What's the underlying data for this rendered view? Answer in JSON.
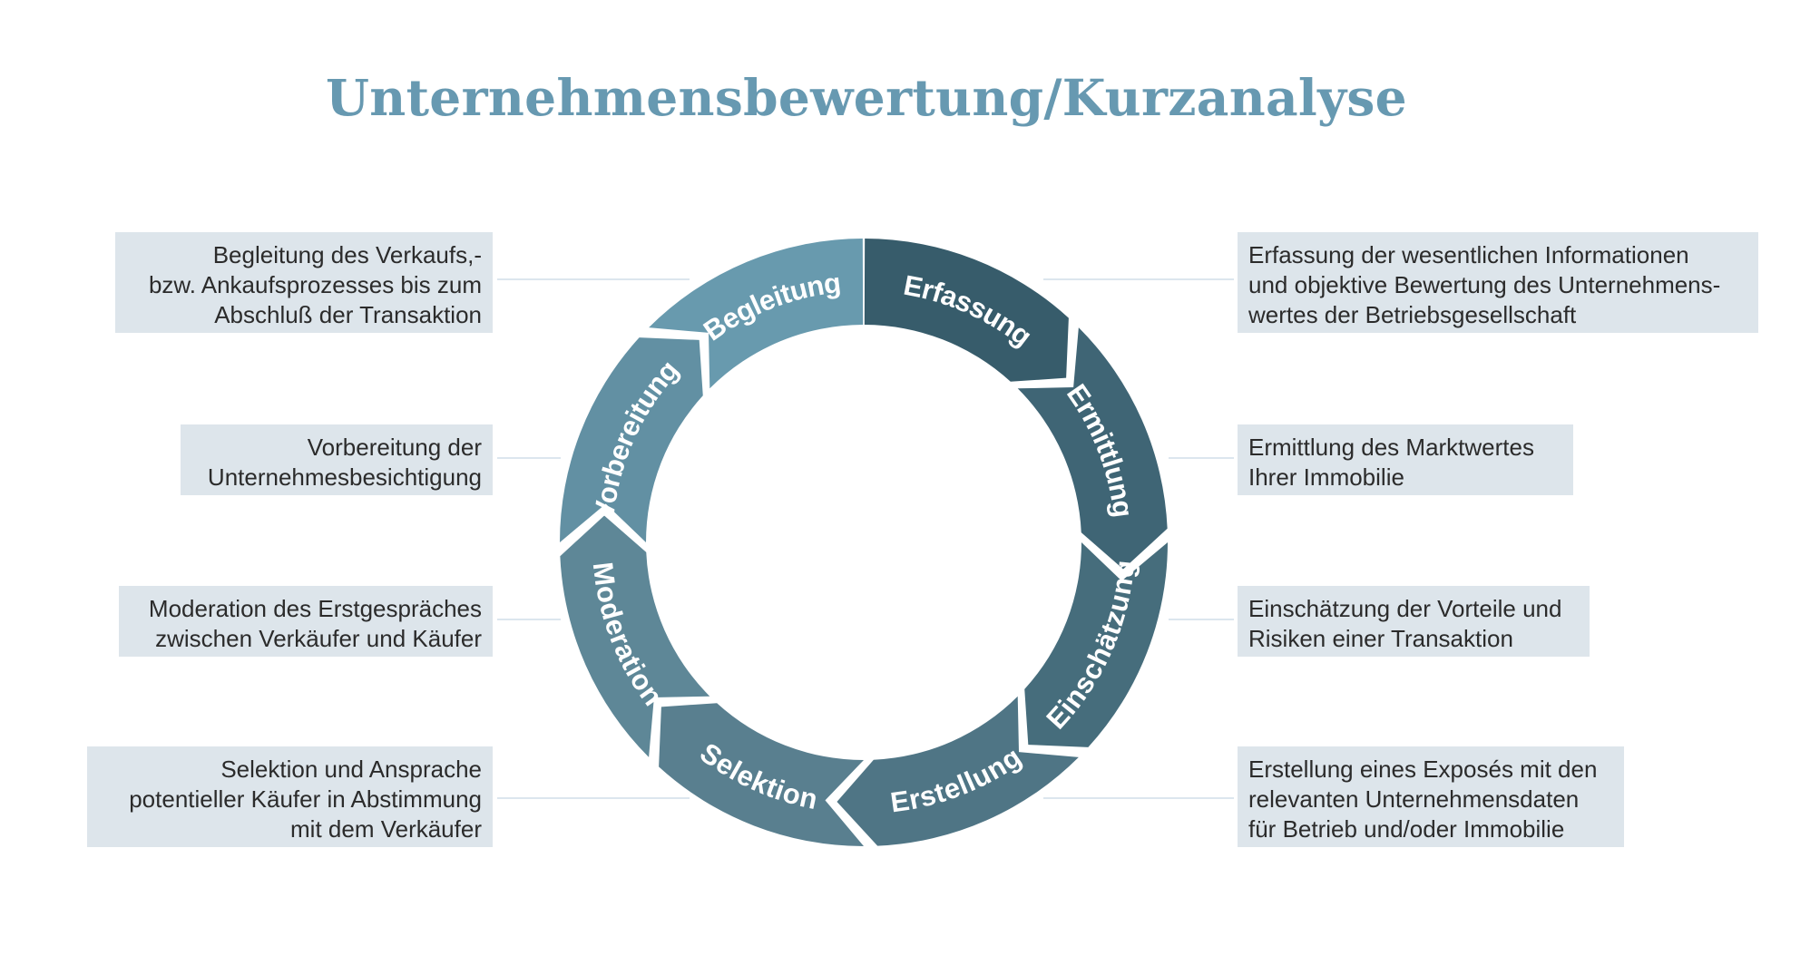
{
  "title": "Unternehmensbewertung/Kurzanalyse",
  "colors": {
    "title": "#6799b1",
    "box_background": "#dde5eb",
    "connector": "#dce6ee",
    "segment_text": "#ffffff"
  },
  "segments": [
    {
      "label": "Erfassung",
      "color": "#375c6b"
    },
    {
      "label": "Ermittlung",
      "color": "#3f6575"
    },
    {
      "label": "Einschätzung",
      "color": "#466d7c"
    },
    {
      "label": "Erstellung",
      "color": "#4f7585"
    },
    {
      "label": "Selektion",
      "color": "#597f8f"
    },
    {
      "label": "Moderation",
      "color": "#5e8797"
    },
    {
      "label": "Vorbereitung",
      "color": "#6290a3"
    },
    {
      "label": "Begleitung",
      "color": "#689aae"
    }
  ],
  "descriptions_left": [
    {
      "lines": [
        "Begleitung des Verkaufs,-",
        "bzw. Ankaufsprozesses bis zum",
        "Abschluß der Transaktion"
      ]
    },
    {
      "lines": [
        "Vorbereitung der",
        "Unternehmesbesichtigung"
      ]
    },
    {
      "lines": [
        "Moderation des Erstgespräches",
        "zwischen Verkäufer und Käufer"
      ]
    },
    {
      "lines": [
        "Selektion und Ansprache",
        "potentieller Käufer in Abstimmung",
        "mit dem Verkäufer"
      ]
    }
  ],
  "descriptions_right": [
    {
      "lines": [
        "Erfassung der wesentlichen Informationen",
        "und objektive Bewertung des Unternehmens-",
        "wertes der Betriebsgesellschaft"
      ]
    },
    {
      "lines": [
        "Ermittlung des Marktwertes",
        "Ihrer Immobilie"
      ]
    },
    {
      "lines": [
        "Einschätzung der Vorteile und",
        "Risiken einer Transaktion"
      ]
    },
    {
      "lines": [
        "Erstellung eines Exposés mit den",
        "relevanten Unternehmensdaten",
        "für Betrieb und/oder Immobilie"
      ]
    }
  ]
}
